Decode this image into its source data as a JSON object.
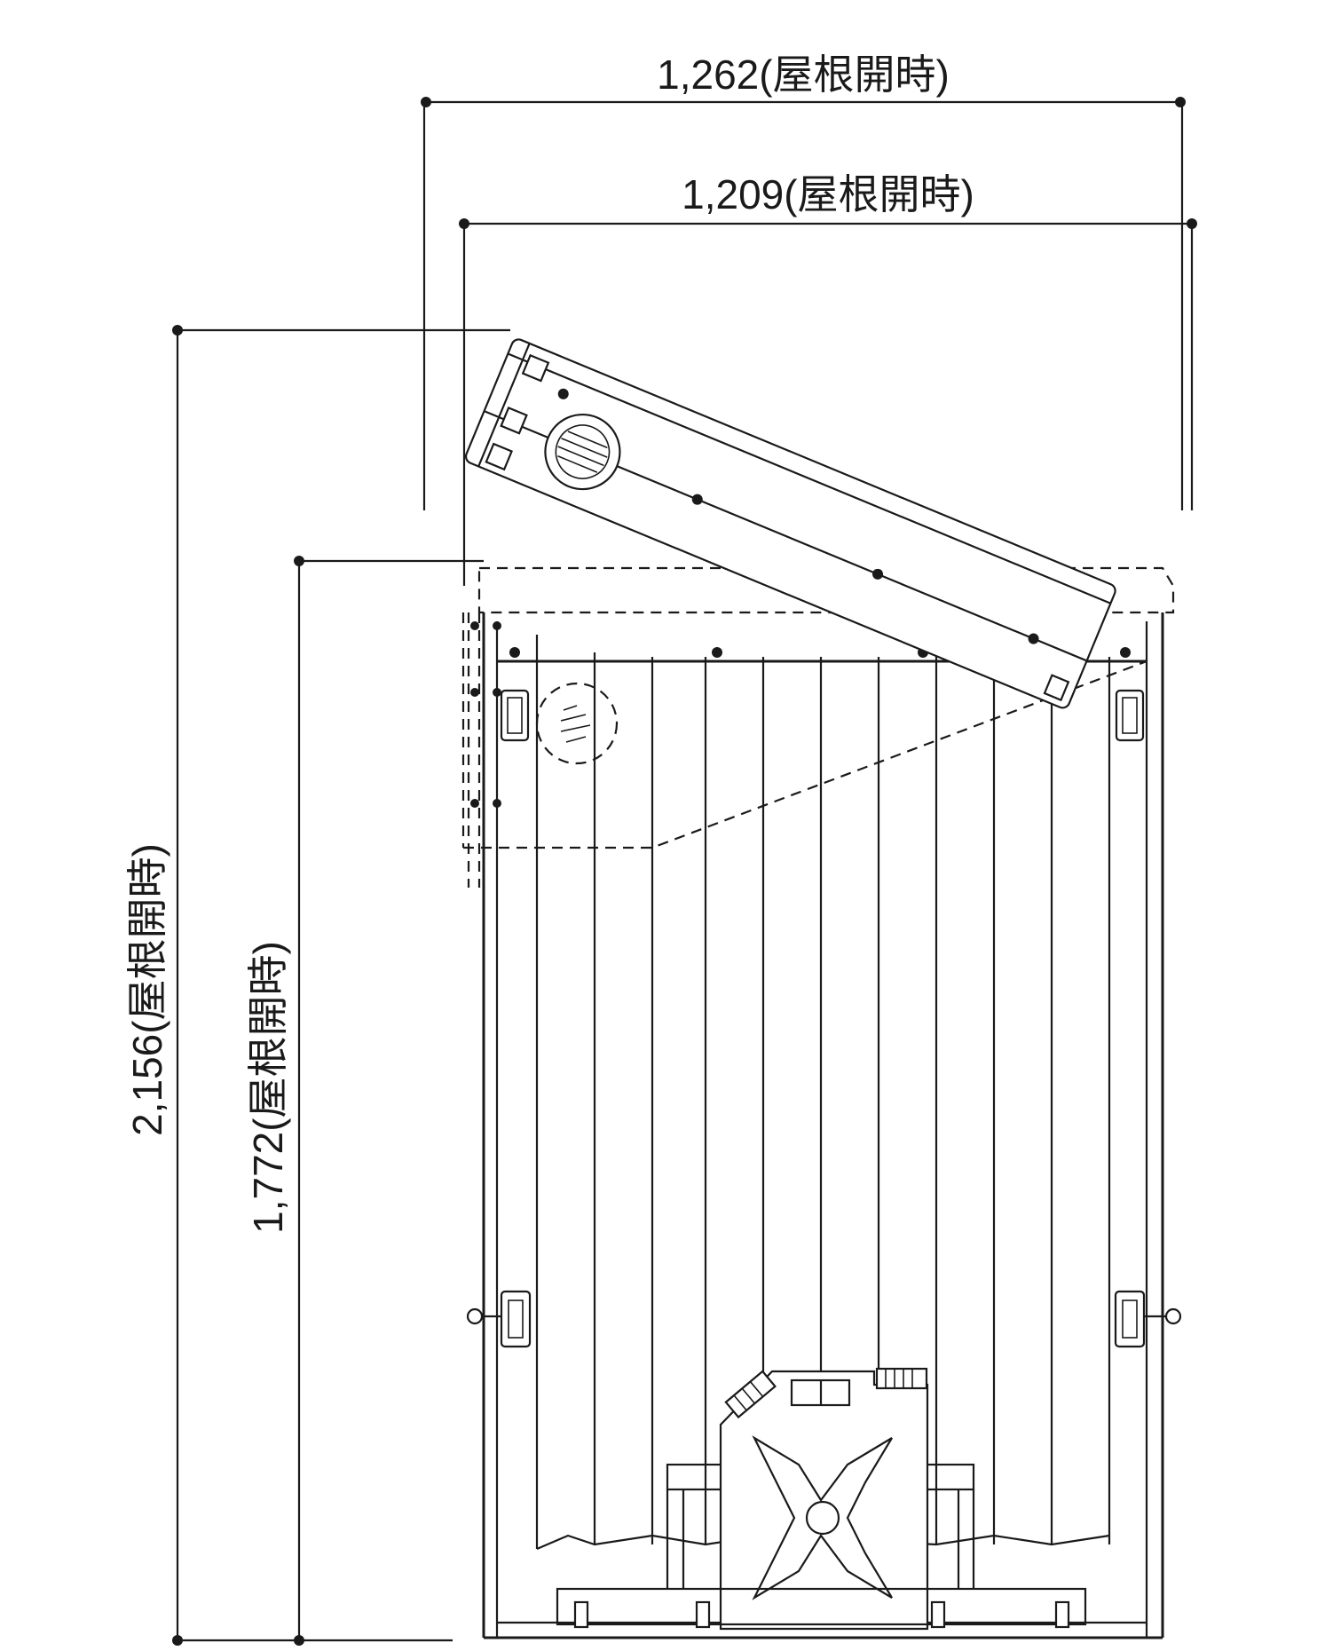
{
  "dimensions": {
    "width_outer": "1,262(屋根開時)",
    "width_inner": "1,209(屋根開時)",
    "height_total": "2,156(屋根開時)",
    "height_body": "1,772(屋根開時)"
  },
  "colors": {
    "line": "#1a1a1a",
    "background": "#ffffff"
  }
}
